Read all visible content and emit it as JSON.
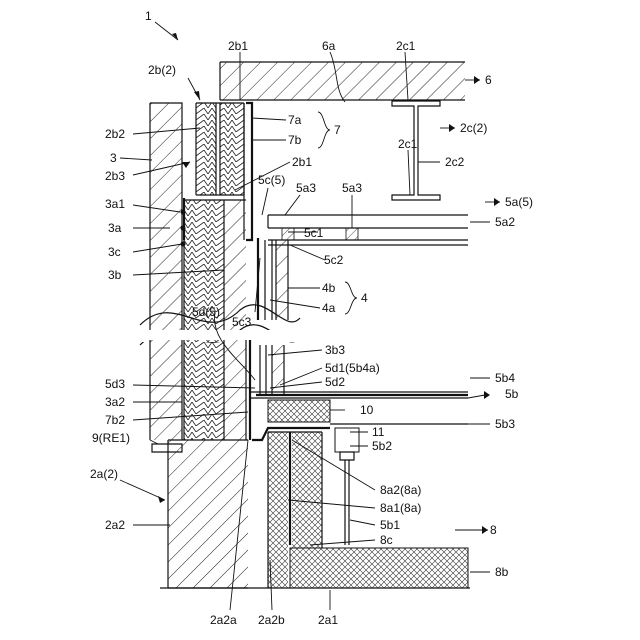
{
  "labels": {
    "fig": "1",
    "l_2b2": "2b(2)",
    "l_2b1_top": "2b1",
    "l_6a": "6a",
    "l_2c1_top": "2c1",
    "l_6": "6",
    "l_7a": "7a",
    "l_7": "7",
    "l_7b": "7b",
    "l_2b2b": "2b2",
    "l_3": "3",
    "l_2b3": "2b3",
    "l_2c2paren": "2c(2)",
    "l_2c1_mid": "2c1",
    "l_2c2": "2c2",
    "l_2b1_mid": "2b1",
    "l_5c5": "5c(5)",
    "l_5a3_a": "5a3",
    "l_5a3_b": "5a3",
    "l_5a5": "5a(5)",
    "l_3a1": "3a1",
    "l_5a2": "5a2",
    "l_3a": "3a",
    "l_5c1": "5c1",
    "l_3c": "3c",
    "l_5c2": "5c2",
    "l_3b": "3b",
    "l_4b": "4b",
    "l_4": "4",
    "l_4a": "4a",
    "l_5c3": "5c3",
    "l_5d5": "5d(5)",
    "l_3b3": "3b3",
    "l_5d1": "5d1(5b4a)",
    "l_5d3": "5d3",
    "l_5d2": "5d2",
    "l_5b4": "5b4",
    "l_3a2": "3a2",
    "l_5b": "5b",
    "l_7b2": "7b2",
    "l_10": "10",
    "l_5b3": "5b3",
    "l_9": "9(RE1)",
    "l_11": "11",
    "l_5b2": "5b2",
    "l_2a2paren": "2a(2)",
    "l_8a2": "8a2(8a)",
    "l_8a1": "8a1(8a)",
    "l_2a2": "2a2",
    "l_5b1": "5b1",
    "l_8": "8",
    "l_8c": "8c",
    "l_8b": "8b",
    "l_2a2a": "2a2a",
    "l_2a2b": "2a2b",
    "l_2a1": "2a1"
  }
}
